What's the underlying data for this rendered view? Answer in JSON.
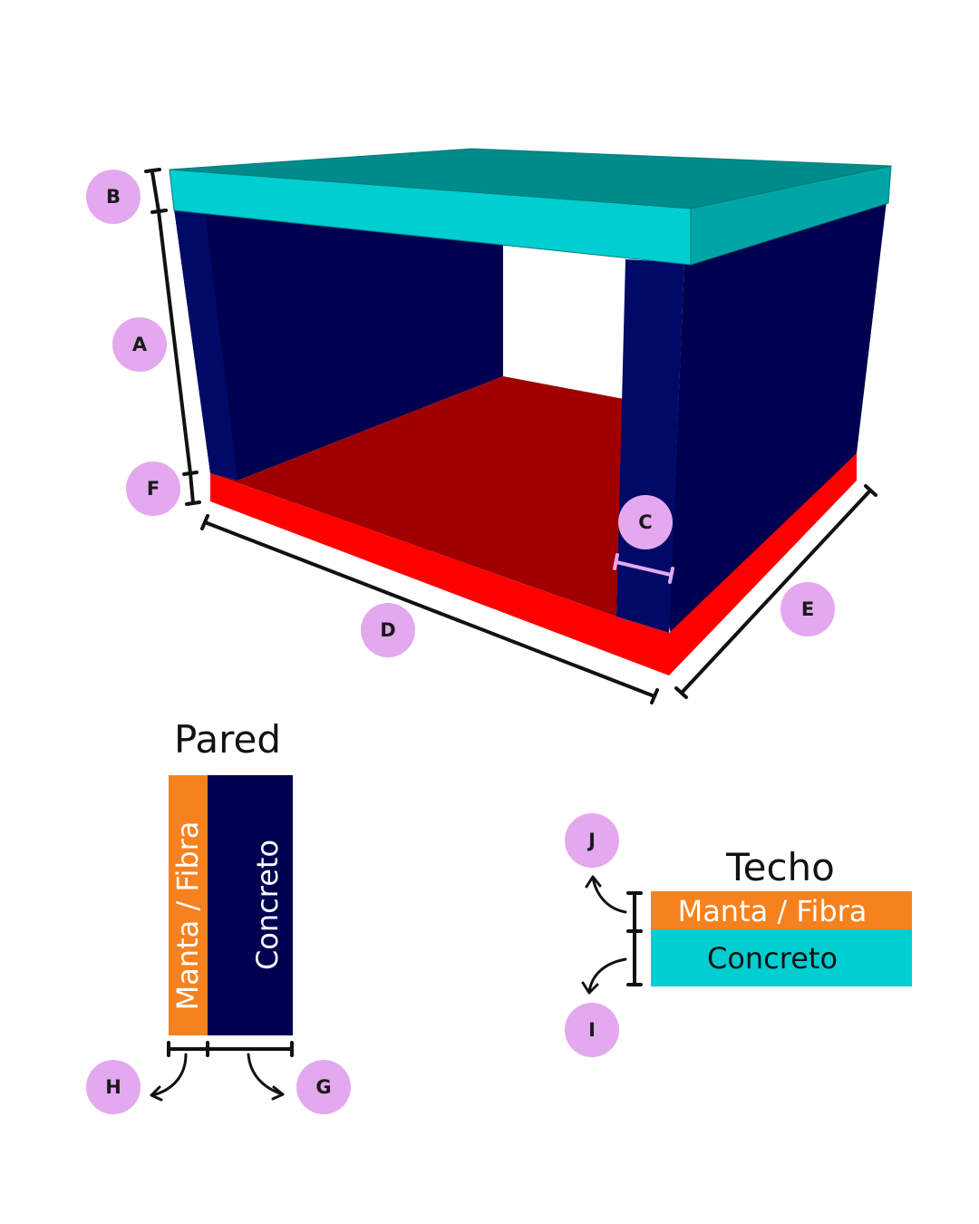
{
  "colors": {
    "roof_side": "#00CED1",
    "roof_top": "#008B8B",
    "roof_edge": "#00A6A6",
    "wall": "#000050",
    "wall_side": "#000A66",
    "floor_top": "#A00000",
    "floor_side": "#FF0000",
    "badge": "#E3A8EE",
    "dimension_c": "#E3A8EE",
    "manta": "#F5821F",
    "concreto_pared": "#000050",
    "concreto_techo": "#00CED1"
  },
  "labels": {
    "a": "A",
    "b": "B",
    "c": "C",
    "d": "D",
    "e": "E",
    "f": "F",
    "g": "G",
    "h": "H",
    "i": "I",
    "j": "J"
  },
  "pared": {
    "title": "Pared",
    "manta_label": "Manta / Fibra",
    "concreto_label": "Concreto"
  },
  "techo": {
    "title": "Techo",
    "manta_label": "Manta / Fibra",
    "concreto_label": "Concreto"
  }
}
